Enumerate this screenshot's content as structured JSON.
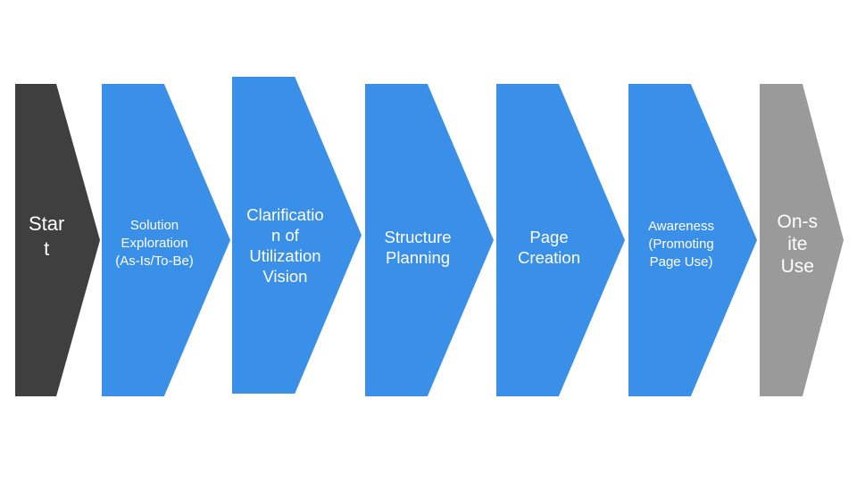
{
  "slide": {
    "background_color": "#FFFFFF"
  },
  "diagram": {
    "kind": "horizontal-process-flow-chevrons",
    "direction": "left-to-right",
    "colors": {
      "process_fill": "#3A8FE9",
      "start_fill": "#3F3F3F",
      "end_fill": "#9A9A9A",
      "label_text": "#FFFFFF"
    },
    "steps": [
      {
        "id": "start",
        "role": "start",
        "label": "Start",
        "display_text": "Star\nt",
        "fill": "#3F3F3F"
      },
      {
        "id": "solution-exploration",
        "role": "process",
        "label": "Solution Exploration (As-Is/To-Be)",
        "display_text": "Solution\nExploration\n(As-Is/To-Be)",
        "fill": "#3A8FE9"
      },
      {
        "id": "clarification-of-utilization-vision",
        "role": "process",
        "label": "Clarification of Utilization Vision",
        "display_text": "Clarificatio\nn of\nUtilization\nVision",
        "fill": "#3A8FE9"
      },
      {
        "id": "structure-planning",
        "role": "process",
        "label": "Structure Planning",
        "display_text": "Structure\nPlanning",
        "fill": "#3A8FE9"
      },
      {
        "id": "page-creation",
        "role": "process",
        "label": "Page Creation",
        "display_text": "Page\nCreation",
        "fill": "#3A8FE9"
      },
      {
        "id": "awareness-promoting-page-use",
        "role": "process",
        "label": "Awareness (Promoting Page Use)",
        "display_text": "Awareness\n(Promoting\nPage Use)",
        "fill": "#3A8FE9"
      },
      {
        "id": "on-site-use",
        "role": "end",
        "label": "On-site Use",
        "display_text": "On-s\nite\nUse",
        "fill": "#9A9A9A"
      }
    ]
  }
}
